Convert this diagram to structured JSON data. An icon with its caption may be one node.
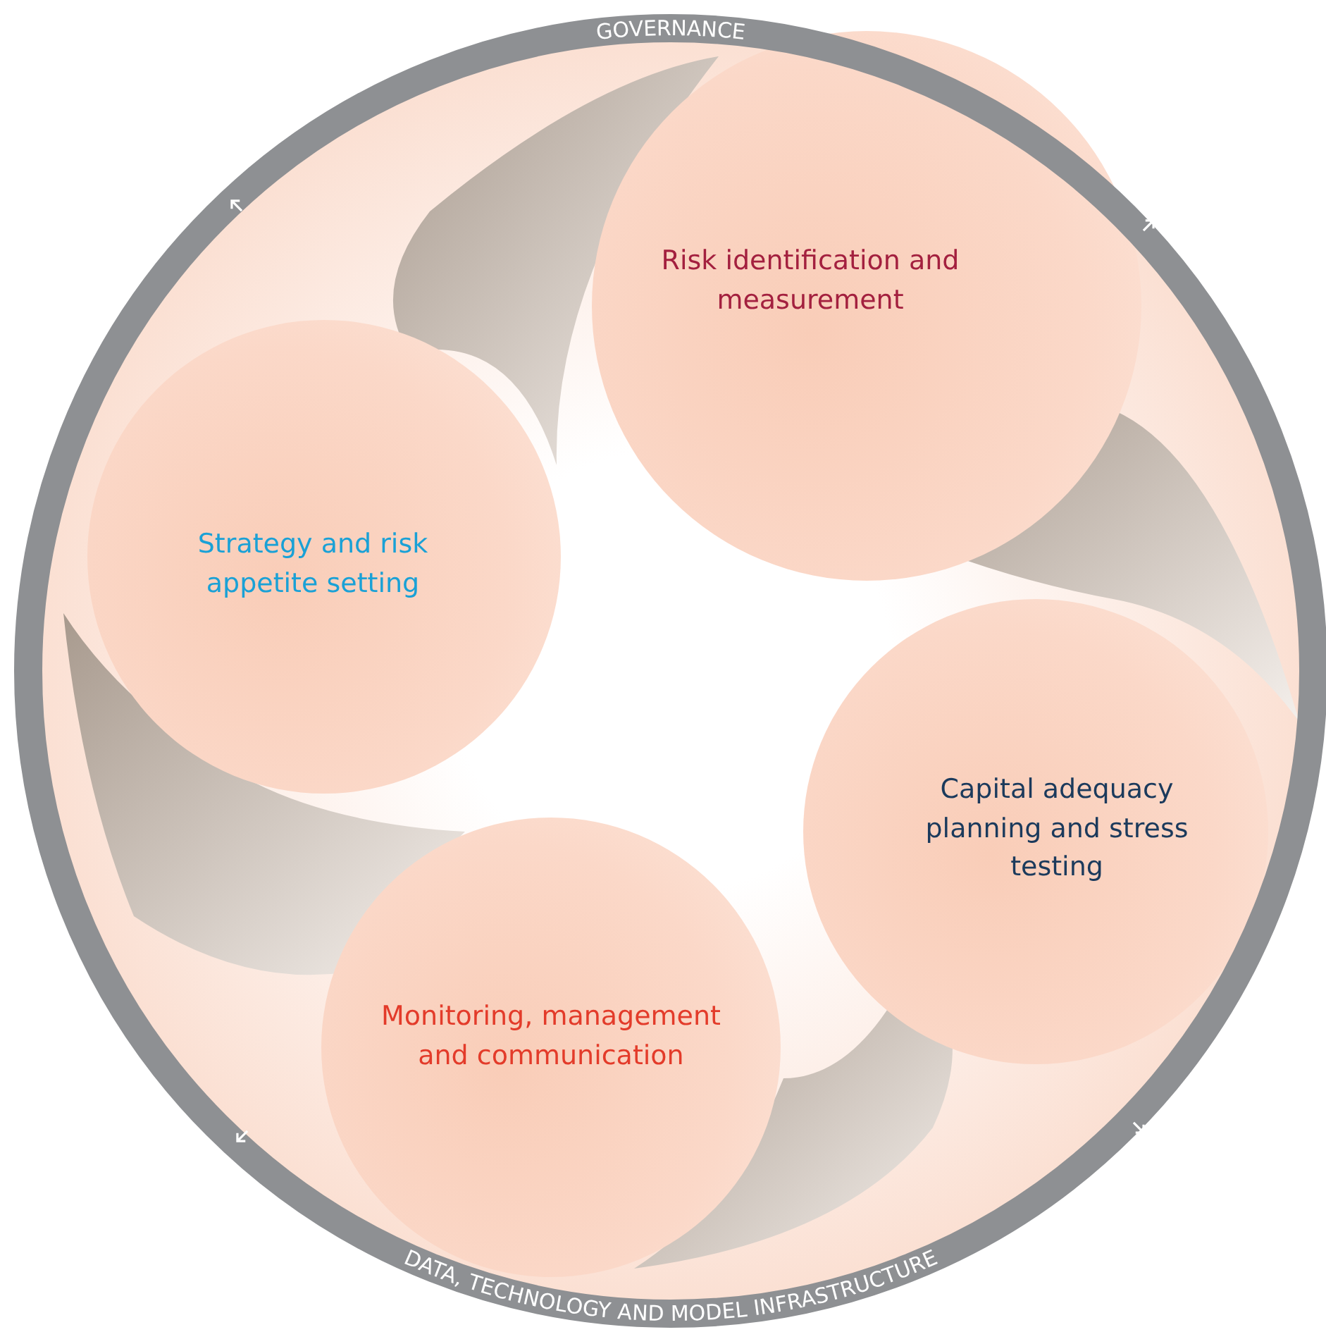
{
  "diagram": {
    "nodes": [
      {
        "text": [
          "GOVERNANCE",
          "DATA, TECHNOLOGY AND MODEL INFRASTRUCTURE"
        ]
      },
      {
        "text": [
          "Risk identification and measurement"
        ],
        "in": 0
      },
      {
        "text": [
          "Strategy and risk appetite setting"
        ],
        "in": 0
      },
      {
        "text": [
          "Capital adequacy planning and stress testing"
        ],
        "in": 0
      },
      {
        "text": [
          "Monitoring, management and communication"
        ],
        "in": 0
      }
    ]
  }
}
